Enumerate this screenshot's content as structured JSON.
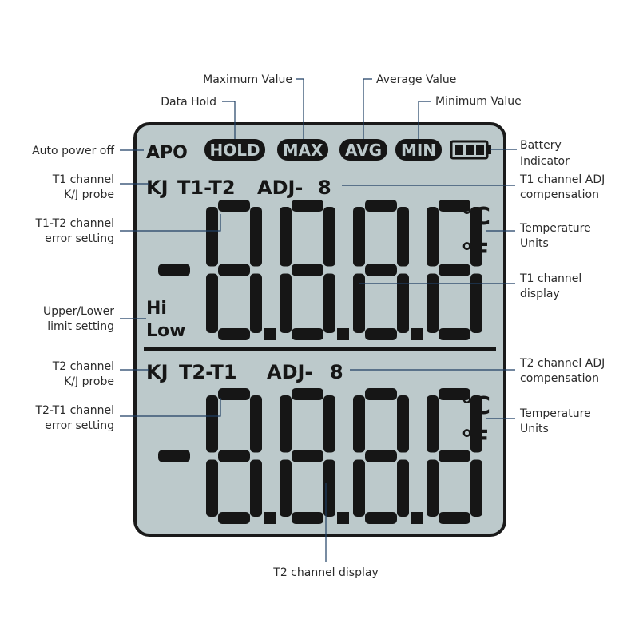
{
  "lcd": {
    "apo": "APO",
    "hold": "HOLD",
    "max": "MAX",
    "avg": "AVG",
    "min": "MIN",
    "row1_probe": "KJ",
    "row1_channel": "T1-T2",
    "row1_adj": "ADJ-",
    "row2_probe": "KJ",
    "row2_channel": "T2-T1",
    "row2_adj": "ADJ-",
    "adj_digit": "8",
    "hi": "Hi",
    "low": "Low",
    "minus": "-",
    "unit_c": "°C",
    "unit_f": "°F",
    "t1_reading": "-8.8.8.8",
    "t2_reading": "-8.8.8.8"
  },
  "labels": {
    "auto_power_off": "Auto power off",
    "data_hold": "Data Hold",
    "maximum_value": "Maximum Value",
    "average_value": "Average Value",
    "minimum_value": "Minimum Value",
    "battery_line1": "Battery",
    "battery_line2": "Indicator",
    "t1_probe_line1": "T1 channel",
    "t1_probe_line2": "K/J probe",
    "t1_adj_line1": "T1 channel ADJ",
    "t1_adj_line2": "compensation",
    "t1t2_err_line1": "T1-T2 channel",
    "t1t2_err_line2": "error setting",
    "temp_units_1_line1": "Temperature",
    "temp_units_1_line2": "Units",
    "t1_display_line1": "T1 channel",
    "t1_display_line2": "display",
    "limit_line1": "Upper/Lower",
    "limit_line2": "limit setting",
    "t2_probe_line1": "T2 channel",
    "t2_probe_line2": "K/J probe",
    "t2_adj_line1": "T2 channel ADJ",
    "t2_adj_line2": "compensation",
    "t2t1_err_line1": "T2-T1 channel",
    "t2t1_err_line2": "error setting",
    "temp_units_2_line1": "Temperature",
    "temp_units_2_line2": "Units",
    "t2_display": "T2 channel display"
  },
  "colors": {
    "lcd_background": "#bcc9cb",
    "lcd_border": "#1a1a1a",
    "segment": "#161616",
    "leader_line": "#1f3f63",
    "label_text": "#2b2b2b"
  }
}
